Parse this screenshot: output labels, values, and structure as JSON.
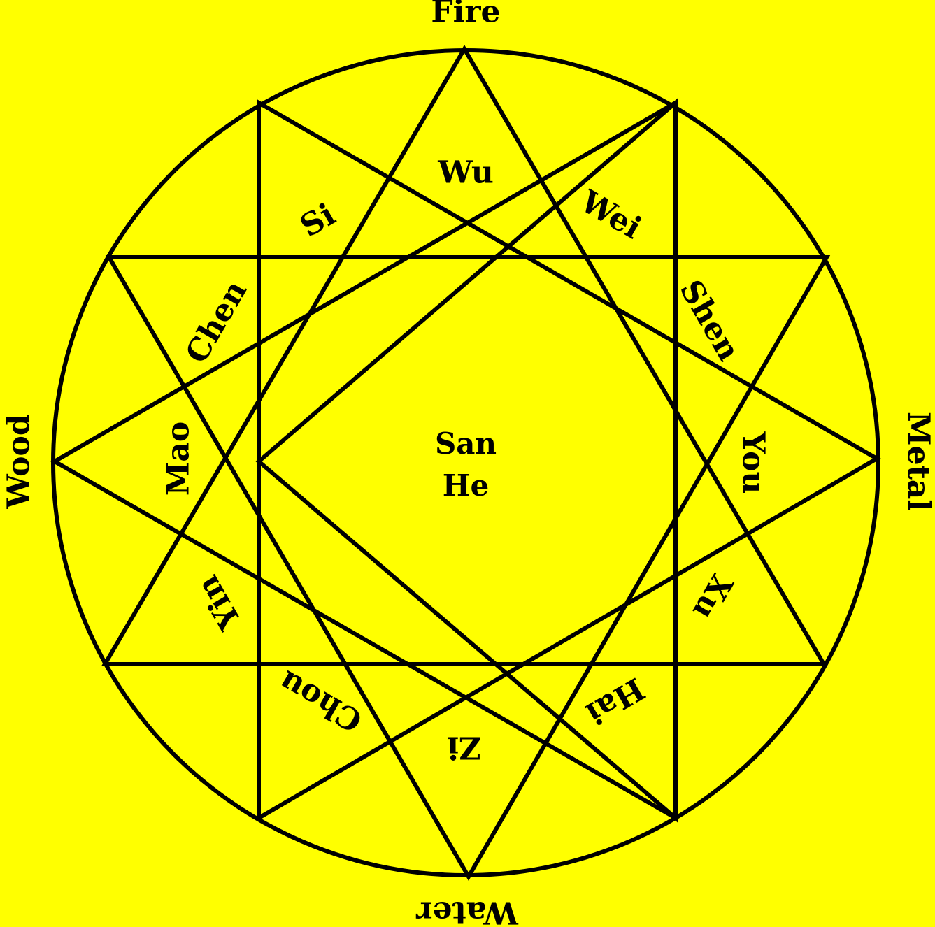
{
  "colors": {
    "background": "#FFFF00",
    "ink": "#000000"
  },
  "center": {
    "line1": "San",
    "line2": "He"
  },
  "elements": {
    "top": "Fire",
    "right": "Metal",
    "bottom": "Water",
    "left": "Wood"
  },
  "branches": {
    "wu": "Wu",
    "wei": "Wei",
    "shen": "Shen",
    "you": "You",
    "xu": "Xu",
    "hai": "Hai",
    "zi": "Zi",
    "chou": "Chou",
    "yin": "Yin",
    "mao": "Mao",
    "chen": "Chen",
    "si": "Si"
  }
}
